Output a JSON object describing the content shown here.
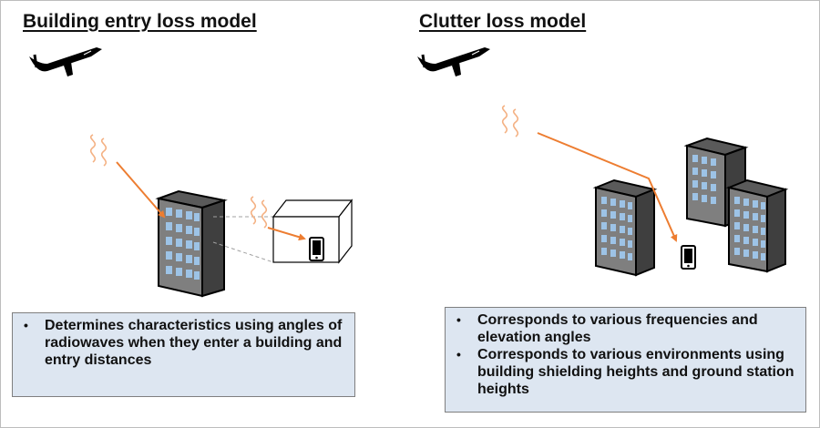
{
  "left_panel": {
    "title": "Building entry loss model",
    "bullets": [
      "Determines characteristics using angles of radiowaves when they enter a building and entry distances"
    ]
  },
  "right_panel": {
    "title": "Clutter loss model",
    "bullets": [
      "Corresponds to various frequencies and elevation angles",
      "Corresponds to various environments using building shielding heights and ground station heights"
    ]
  },
  "icons": [
    "airplane-icon",
    "radio-wave-icon",
    "building-icon",
    "room-box-icon",
    "smartphone-icon"
  ],
  "colors": {
    "signal_arrow": "#ed7d31",
    "wave": "#f4b183",
    "building_body": "#7f7f7f",
    "window": "#9dc3e6",
    "text_box_fill": "#dde6f1",
    "text_box_border": "#7f7f7f"
  }
}
